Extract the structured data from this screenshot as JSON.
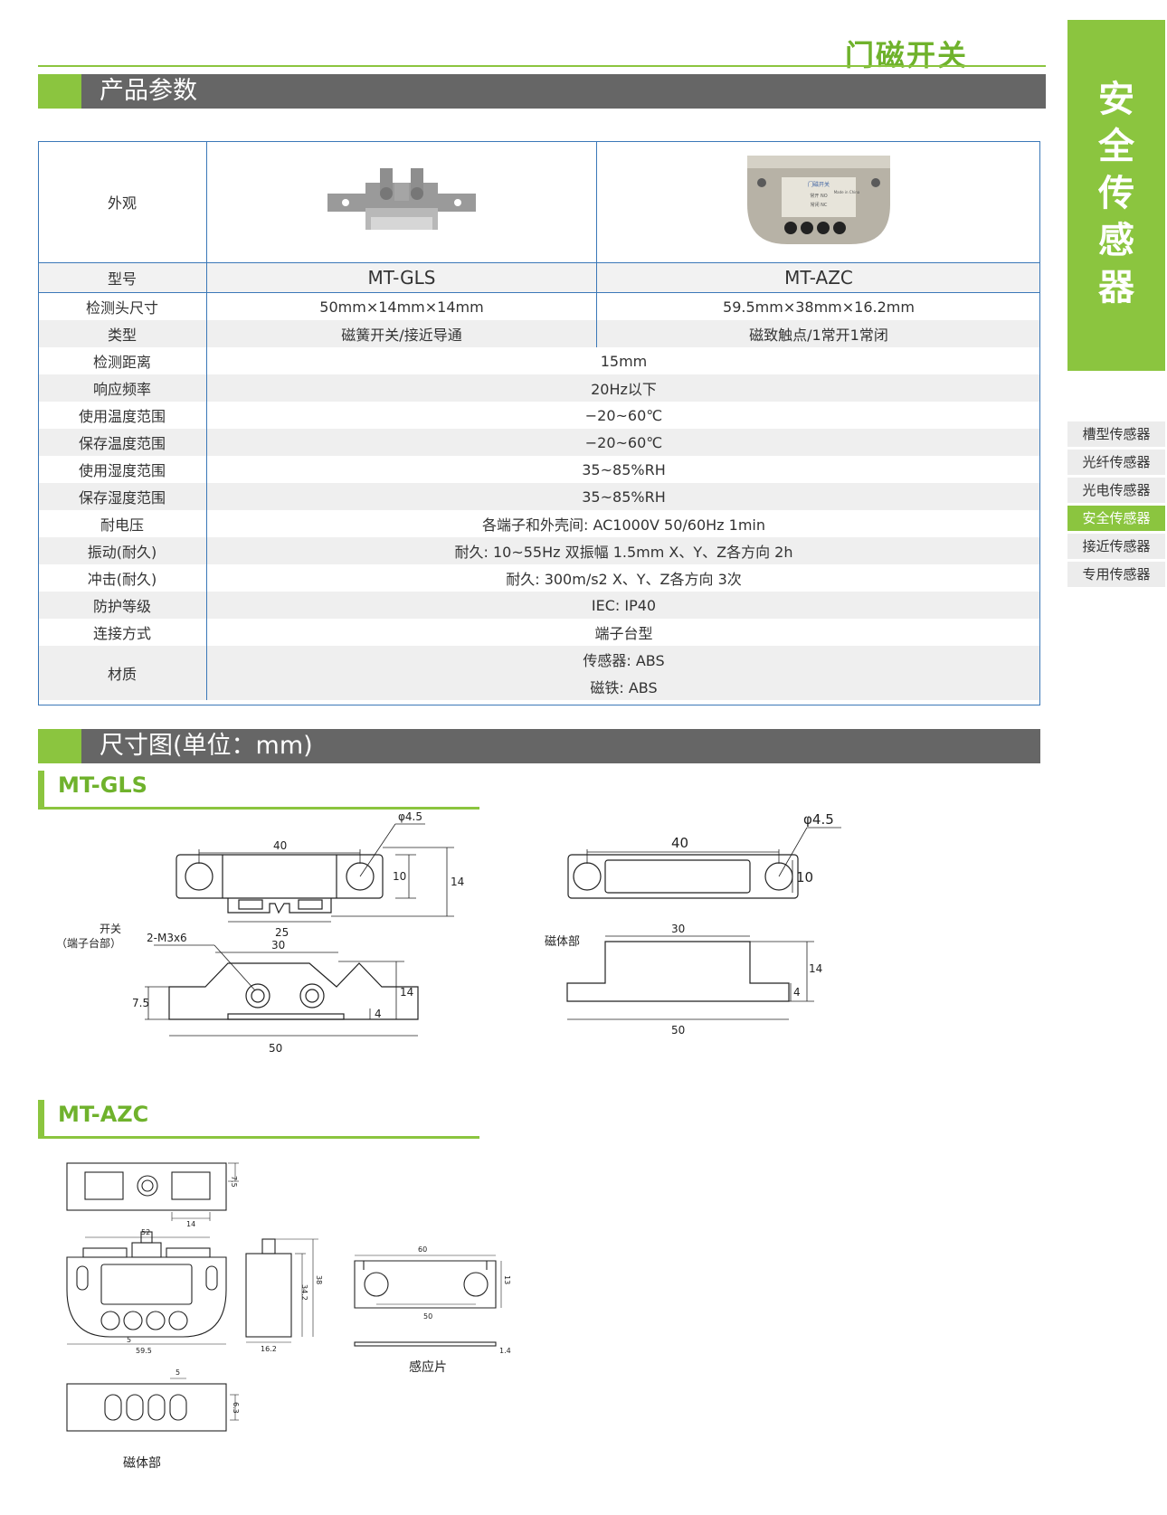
{
  "header": {
    "title": "门磁开关"
  },
  "sections": {
    "params": "产品参数",
    "dims": "尺寸图(单位：mm)"
  },
  "side": {
    "category": [
      "安",
      "全",
      "传",
      "感",
      "器"
    ],
    "nav": [
      {
        "label": "槽型传感器",
        "active": false
      },
      {
        "label": "光纤传感器",
        "active": false
      },
      {
        "label": "光电传感器",
        "active": false
      },
      {
        "label": "安全传感器",
        "active": true
      },
      {
        "label": "接近传感器",
        "active": false
      },
      {
        "label": "专用传感器",
        "active": false
      }
    ]
  },
  "table": {
    "appearance_label": "外观",
    "model_label": "型号",
    "models": [
      "MT-GLS",
      "MT-AZC"
    ],
    "rows2": [
      {
        "label": "检测头尺寸",
        "a": "50mm×14mm×14mm",
        "b": "59.5mm×38mm×16.2mm"
      },
      {
        "label": "类型",
        "a": "磁簧开关/接近导通",
        "b": "磁致触点/1常开1常闭"
      }
    ],
    "rows1": [
      {
        "label": "检测距离",
        "v": "15mm"
      },
      {
        "label": "响应频率",
        "v": "20Hz以下"
      },
      {
        "label": "使用温度范围",
        "v": "−20~60℃"
      },
      {
        "label": "保存温度范围",
        "v": "−20~60℃"
      },
      {
        "label": "使用湿度范围",
        "v": "35~85%RH"
      },
      {
        "label": "保存湿度范围",
        "v": "35~85%RH"
      },
      {
        "label": "耐电压",
        "v": "各端子和外壳间: AC1000V 50/60Hz 1min"
      },
      {
        "label": "振动(耐久)",
        "v": "耐久: 10~55Hz 双振幅 1.5mm X、Y、Z各方向 2h"
      },
      {
        "label": "冲击(耐久)",
        "v": "耐久: 300m/s2 X、Y、Z各方向 3次"
      },
      {
        "label": "防护等级",
        "v": "IEC: IP40"
      },
      {
        "label": "连接方式",
        "v": "端子台型"
      }
    ],
    "material": {
      "label": "材质",
      "v1": "传感器: ABS",
      "v2": "磁铁: ABS"
    },
    "azc_label_lines": [
      "门磁开关",
      "常开 NO",
      "常闭 NC",
      "Made in China"
    ]
  },
  "gls": {
    "heading": "MT-GLS",
    "switch_label_1": "开关",
    "switch_label_2": "（端子台部）",
    "magnet_label": "磁体部",
    "d_top_40": "40",
    "d_phi": "φ4.5",
    "d_10": "10",
    "d_14": "14",
    "d_25": "25",
    "d_screw": "2-M3x6",
    "d_30": "30",
    "d_75": "7.5",
    "d_4": "4",
    "d_50": "50",
    "m_40": "40",
    "m_phi": "φ4.5",
    "m_10": "10",
    "m_30": "30",
    "m_14": "14",
    "m_4": "4",
    "m_50": "50"
  },
  "azc": {
    "heading": "MT-AZC",
    "d_75": "7.5",
    "d_14": "14",
    "d_52": "52",
    "d_342": "34.2",
    "d_38": "38",
    "d_5a": "5",
    "d_595": "59.5",
    "d_162": "16.2",
    "d_5b": "5",
    "d_63": "6.3",
    "magnet_label": "磁体部",
    "sense_60": "60",
    "sense_13": "13",
    "sense_50": "50",
    "sense_14": "1.4",
    "sense_label": "感应片"
  }
}
